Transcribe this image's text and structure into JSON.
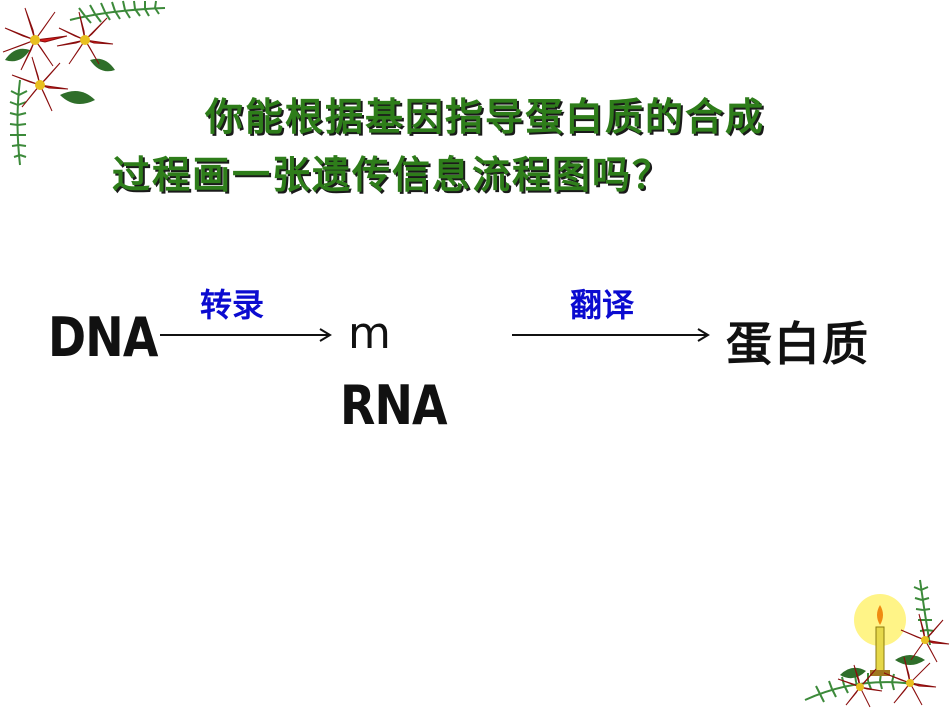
{
  "question": {
    "line1": "你能根据基因指导蛋白质的合成",
    "line2": "过程画一张遗传信息流程图吗？",
    "color": "#2e7d1a"
  },
  "flow": {
    "dna": "DNA",
    "mrna_prefix": "m",
    "mrna_main": "RNA",
    "protein": "蛋白质",
    "transcription": "转录",
    "translation": "翻译",
    "process_color": "#0b0bd0"
  },
  "decorations": {
    "top_left": "poinsettia-icon",
    "bottom_right": "candle-icon"
  }
}
